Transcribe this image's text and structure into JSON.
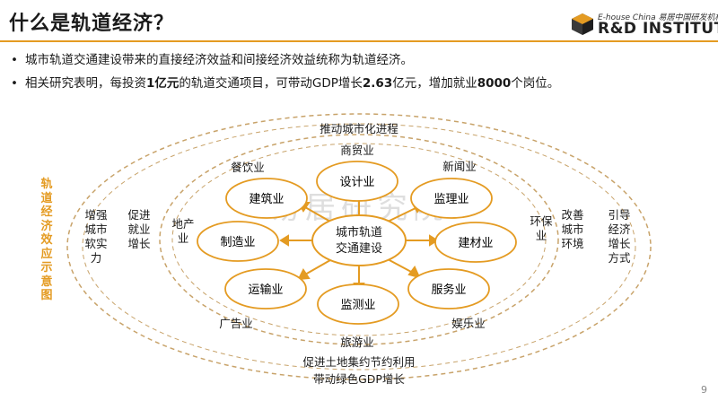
{
  "header": {
    "title": "什么是轨道经济？",
    "logo_line1": "E-house China 易居中国研发机构",
    "logo_line2": "R&D INSTITUTE"
  },
  "bullets": [
    {
      "text": "城市轨道交通建设带来的直接经济效益和间接经济效益统称为轨道经济。"
    },
    {
      "parts": [
        "相关研究表明，每投资",
        "1亿元",
        "的轨道交通项目，可带动GDP增长",
        "2.63",
        "亿元，增加就业",
        "8000",
        "个岗位。"
      ]
    }
  ],
  "side_label": "轨道经济效应示意图",
  "diagram": {
    "center": [
      "城市轨道",
      "交通建设"
    ],
    "inner_nodes": [
      "设计业",
      "监理业",
      "建材业",
      "服务业",
      "监测业",
      "运输业",
      "制造业",
      "建筑业"
    ],
    "middle_ring_labels": [
      "商贸业",
      "新闻业",
      "餐饮业",
      "广告业",
      "娱乐业",
      "旅游业"
    ],
    "middle_ring_vertical": [
      "地产业",
      "环保业"
    ],
    "outer_ring_labels": [
      "推动城市化进程",
      "促进土地集约节约利用",
      "带动绿色GDP增长"
    ],
    "outer_ring_vertical": [
      "促进就业增长",
      "改善城市环境",
      "增强城市软实力",
      "引导经济增长方式"
    ],
    "watermark": "易居研究院"
  },
  "page_number": "9",
  "colors": {
    "accent": "#e49b22",
    "node_border": "#e49b22",
    "ring": "#c8a36a"
  }
}
